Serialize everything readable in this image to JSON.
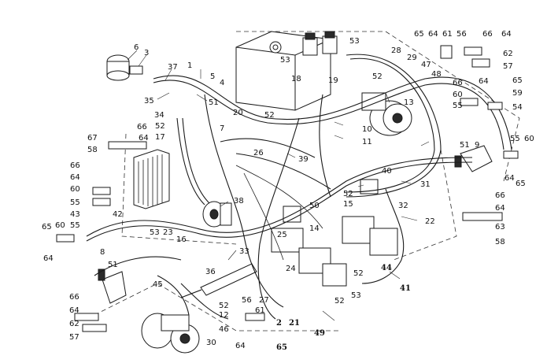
{
  "diagram": {
    "labels": [
      {
        "id": "l6",
        "text": "6"
      },
      {
        "id": "l3",
        "text": "3"
      },
      {
        "id": "l37",
        "text": "37"
      },
      {
        "id": "l1",
        "text": "1"
      },
      {
        "id": "l5",
        "text": "5"
      },
      {
        "id": "l4",
        "text": "4"
      },
      {
        "id": "l35",
        "text": "35"
      },
      {
        "id": "l51a",
        "text": "51"
      },
      {
        "id": "l20",
        "text": "20"
      },
      {
        "id": "l34",
        "text": "34"
      },
      {
        "id": "l52a",
        "text": "52"
      },
      {
        "id": "l17",
        "text": "17"
      },
      {
        "id": "l7",
        "text": "7"
      },
      {
        "id": "l66a",
        "text": "66"
      },
      {
        "id": "l67",
        "text": "67"
      },
      {
        "id": "l64a",
        "text": "64"
      },
      {
        "id": "l58a",
        "text": "58"
      },
      {
        "id": "l53a",
        "text": "53"
      },
      {
        "id": "l18",
        "text": "18"
      },
      {
        "id": "l19",
        "text": "19"
      },
      {
        "id": "l53b",
        "text": "53"
      },
      {
        "id": "l52b",
        "text": "52"
      },
      {
        "id": "l26",
        "text": "26"
      },
      {
        "id": "l28",
        "text": "28"
      },
      {
        "id": "l29",
        "text": "29"
      },
      {
        "id": "l47",
        "text": "47"
      },
      {
        "id": "l48",
        "text": "48"
      },
      {
        "id": "l52c",
        "text": "52"
      },
      {
        "id": "l13",
        "text": "13"
      },
      {
        "id": "l65a",
        "text": "65"
      },
      {
        "id": "l64b",
        "text": "64"
      },
      {
        "id": "l61a",
        "text": "61"
      },
      {
        "id": "l56a",
        "text": "56"
      },
      {
        "id": "l66b",
        "text": "66"
      },
      {
        "id": "l64c",
        "text": "64"
      },
      {
        "id": "l62a",
        "text": "62"
      },
      {
        "id": "l57a",
        "text": "57"
      },
      {
        "id": "l66c",
        "text": "66"
      },
      {
        "id": "l64d",
        "text": "64"
      },
      {
        "id": "l65b",
        "text": "65"
      },
      {
        "id": "l60a",
        "text": "60"
      },
      {
        "id": "l59",
        "text": "59"
      },
      {
        "id": "l55a",
        "text": "55"
      },
      {
        "id": "l54",
        "text": "54"
      },
      {
        "id": "l10",
        "text": "10"
      },
      {
        "id": "l11",
        "text": "11"
      },
      {
        "id": "l39",
        "text": "39"
      },
      {
        "id": "l51b",
        "text": "51"
      },
      {
        "id": "l9",
        "text": "9"
      },
      {
        "id": "l55b",
        "text": "55"
      },
      {
        "id": "l60b",
        "text": "60"
      },
      {
        "id": "l64e",
        "text": "64"
      },
      {
        "id": "l65c",
        "text": "65"
      },
      {
        "id": "l66d",
        "text": "66"
      },
      {
        "id": "l64f",
        "text": "64"
      },
      {
        "id": "l60c",
        "text": "60"
      },
      {
        "id": "l55c",
        "text": "55"
      },
      {
        "id": "l38",
        "text": "38"
      },
      {
        "id": "l40",
        "text": "40"
      },
      {
        "id": "l31",
        "text": "31"
      },
      {
        "id": "l52d",
        "text": "52"
      },
      {
        "id": "l15",
        "text": "15"
      },
      {
        "id": "l50",
        "text": "50"
      },
      {
        "id": "l32",
        "text": "32"
      },
      {
        "id": "l22",
        "text": "22"
      },
      {
        "id": "l66e",
        "text": "66"
      },
      {
        "id": "l64g",
        "text": "64"
      },
      {
        "id": "l63",
        "text": "63"
      },
      {
        "id": "l58b",
        "text": "58"
      },
      {
        "id": "l65d",
        "text": "65"
      },
      {
        "id": "l60d",
        "text": "60"
      },
      {
        "id": "l43",
        "text": "43"
      },
      {
        "id": "l55d",
        "text": "55"
      },
      {
        "id": "l42",
        "text": "42"
      },
      {
        "id": "l64h",
        "text": "64"
      },
      {
        "id": "l53c",
        "text": "53"
      },
      {
        "id": "l23",
        "text": "23"
      },
      {
        "id": "l16",
        "text": "16"
      },
      {
        "id": "l14",
        "text": "14"
      },
      {
        "id": "l25",
        "text": "25"
      },
      {
        "id": "l8",
        "text": "8"
      },
      {
        "id": "l51c",
        "text": "51"
      },
      {
        "id": "l33",
        "text": "33"
      },
      {
        "id": "l36",
        "text": "36"
      },
      {
        "id": "l24",
        "text": "24"
      },
      {
        "id": "l52e",
        "text": "52"
      },
      {
        "id": "l44",
        "text": "44"
      },
      {
        "id": "l41",
        "text": "41"
      },
      {
        "id": "l45",
        "text": "45"
      },
      {
        "id": "l27",
        "text": "27"
      },
      {
        "id": "l53d",
        "text": "53"
      },
      {
        "id": "l52f",
        "text": "52"
      },
      {
        "id": "l66f",
        "text": "66"
      },
      {
        "id": "l64i",
        "text": "64"
      },
      {
        "id": "l62b",
        "text": "62"
      },
      {
        "id": "l57b",
        "text": "57"
      },
      {
        "id": "l52g",
        "text": "52"
      },
      {
        "id": "l12",
        "text": "12"
      },
      {
        "id": "l46",
        "text": "46"
      },
      {
        "id": "l30",
        "text": "30"
      },
      {
        "id": "l56b",
        "text": "56"
      },
      {
        "id": "l61b",
        "text": "61"
      },
      {
        "id": "l2",
        "text": "2"
      },
      {
        "id": "l21",
        "text": "21"
      },
      {
        "id": "l49",
        "text": "49"
      },
      {
        "id": "l64j",
        "text": "64"
      },
      {
        "id": "l65e",
        "text": "65"
      }
    ]
  }
}
